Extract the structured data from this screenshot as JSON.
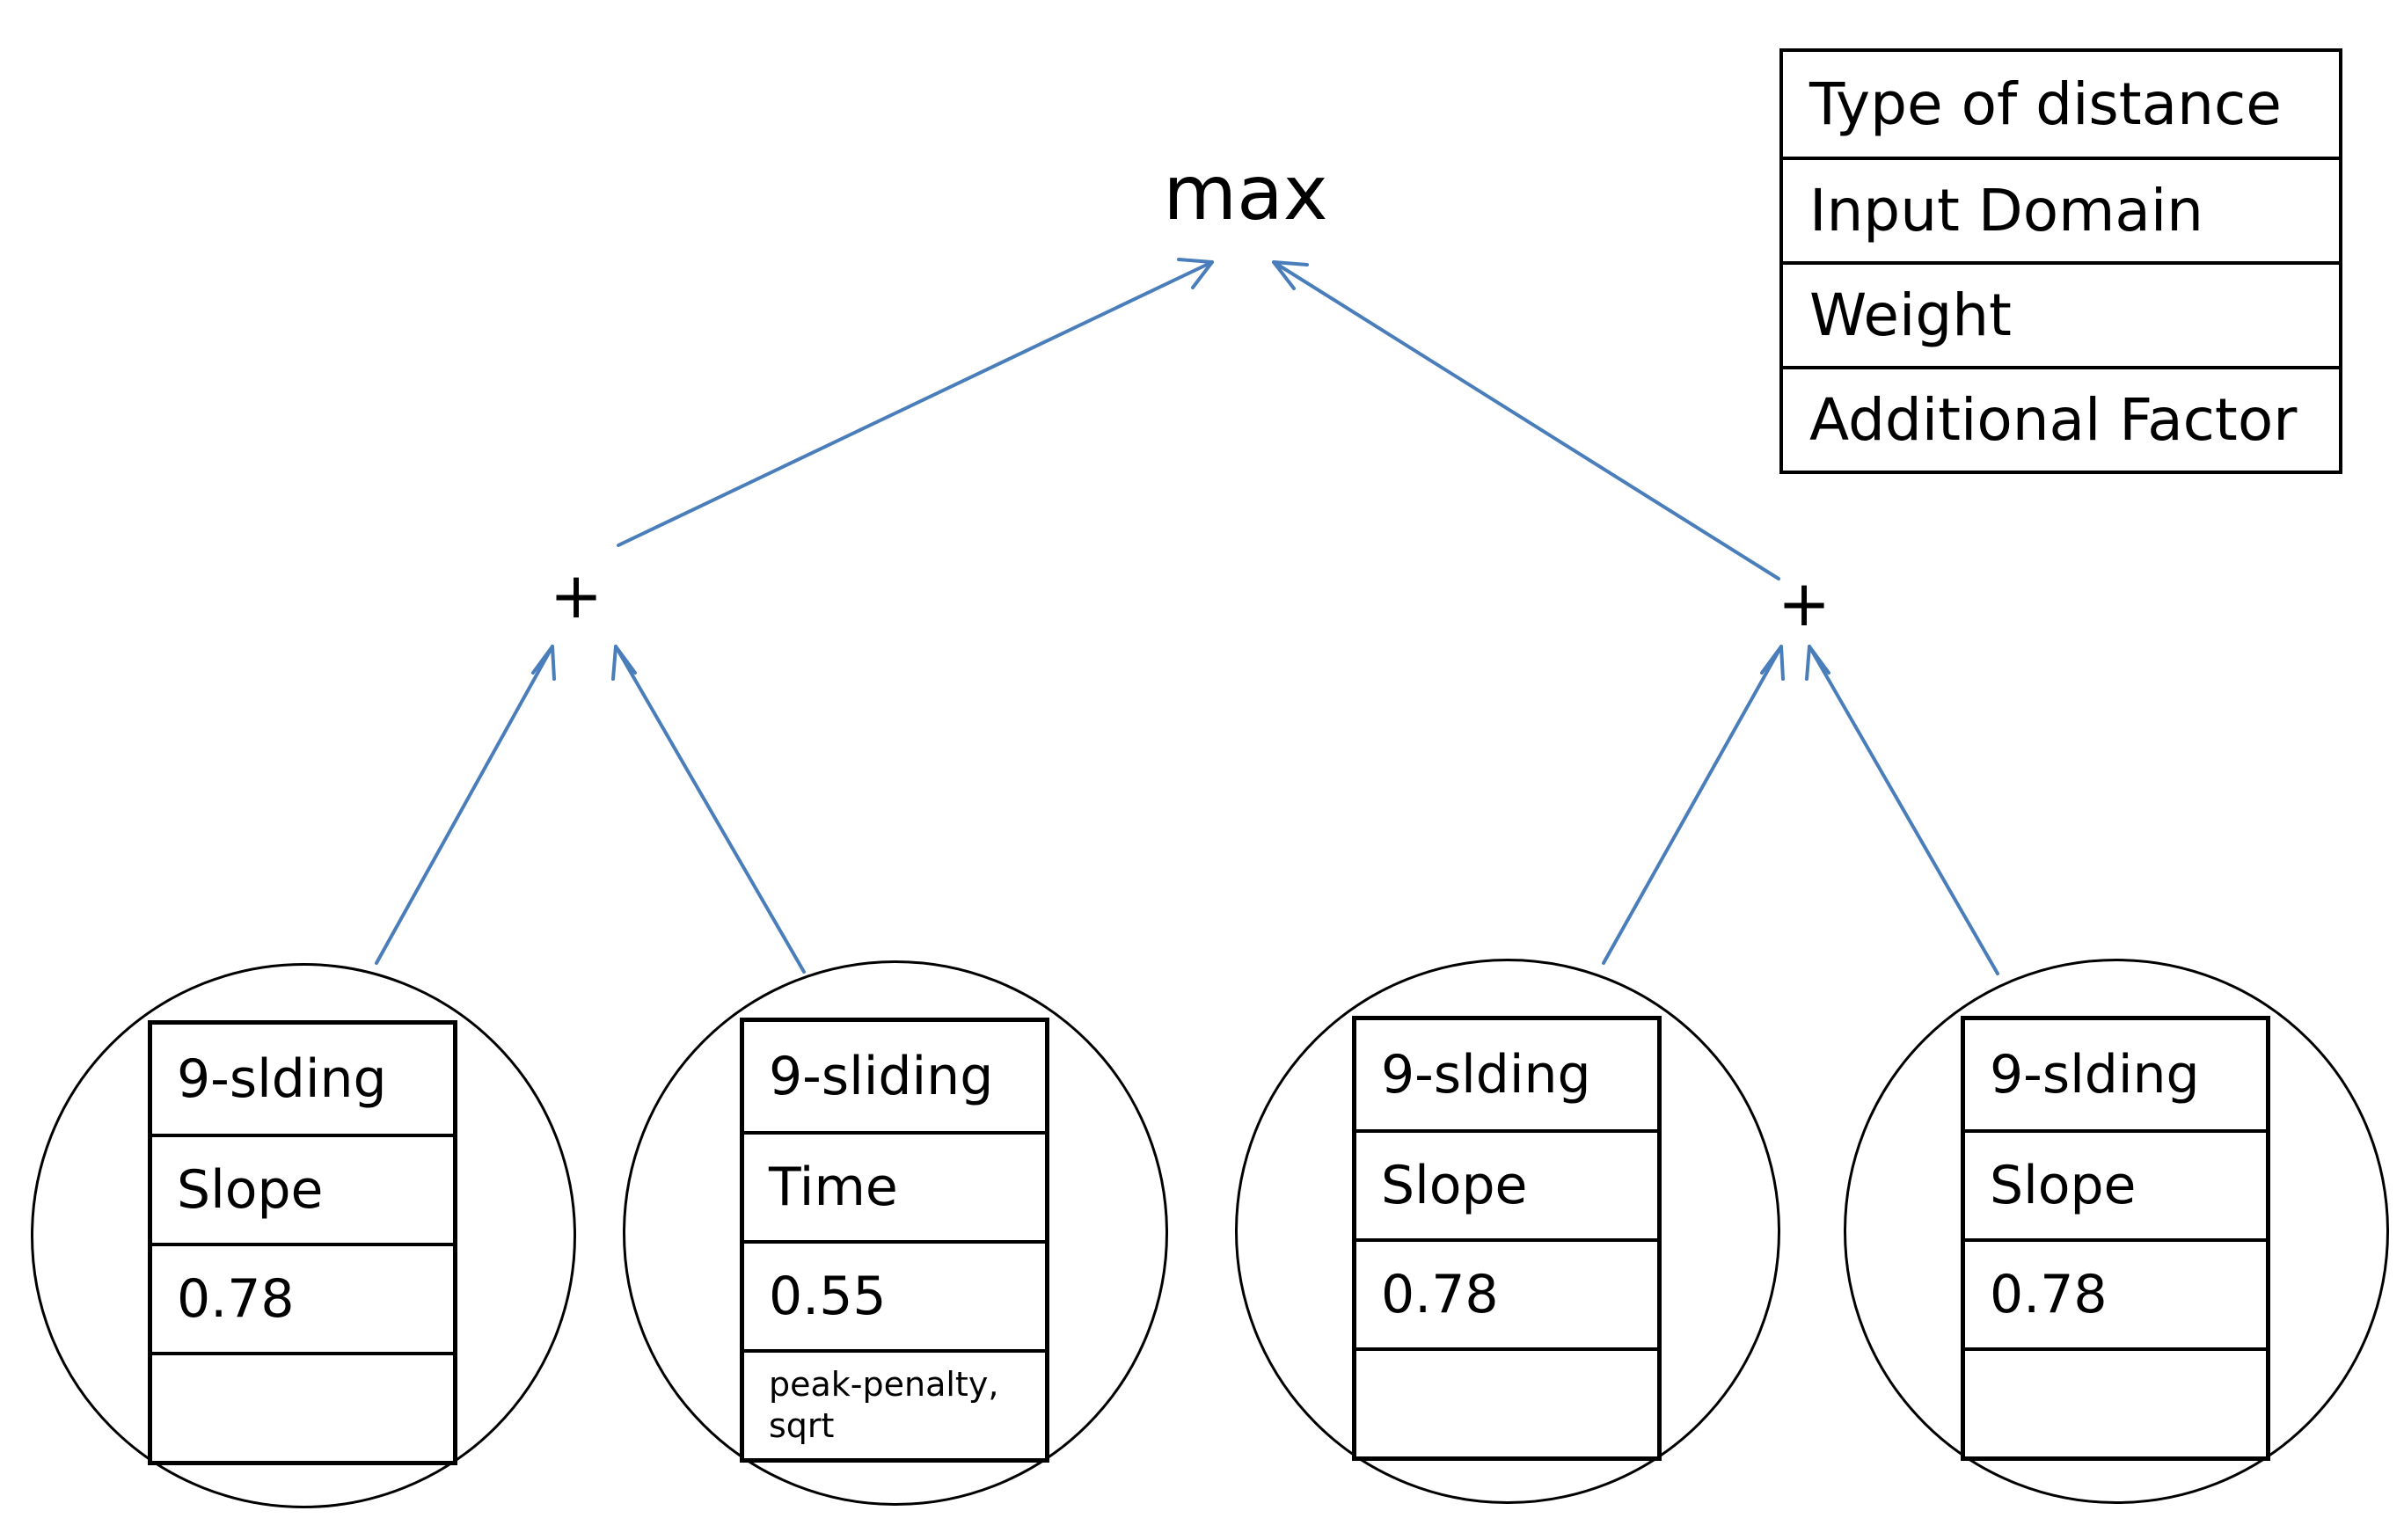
{
  "root": {
    "label": "max"
  },
  "combiners": [
    {
      "label": "+"
    },
    {
      "label": "+"
    }
  ],
  "legend": {
    "rows": [
      "Type of distance",
      "Input Domain",
      "Weight",
      "Additional Factor"
    ]
  },
  "leaves": [
    {
      "type": "9-slding",
      "domain": "Slope",
      "weight": "0.78",
      "factor": ""
    },
    {
      "type": "9-sliding",
      "domain": "Time",
      "weight": "0.55",
      "factor": "peak-penalty, sqrt"
    },
    {
      "type": "9-slding",
      "domain": "Slope",
      "weight": "0.78",
      "factor": ""
    },
    {
      "type": "9-slding",
      "domain": "Slope",
      "weight": "0.78",
      "factor": ""
    }
  ],
  "colors": {
    "edge": "#4a7ebb",
    "outline": "#000000",
    "background": "#ffffff"
  }
}
